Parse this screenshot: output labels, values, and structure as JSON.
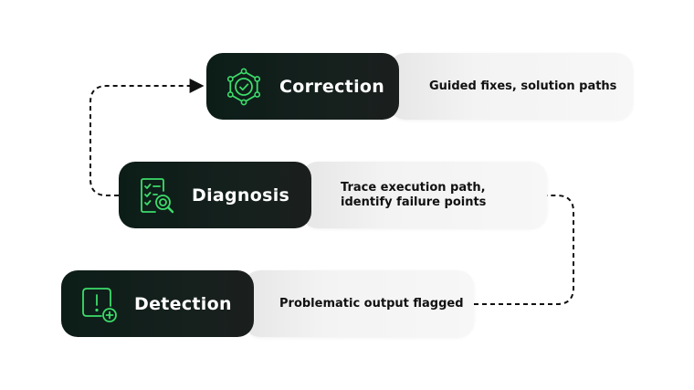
{
  "colors": {
    "pill_bg": "#0c1d18",
    "icon_green": "#3ddc6a",
    "card_bg": "#f3f3f3",
    "connector": "#111111"
  },
  "steps": [
    {
      "id": "correction",
      "label": "Correction",
      "description": "Guided fixes, solution paths",
      "icon": "network-check-icon"
    },
    {
      "id": "diagnosis",
      "label": "Diagnosis",
      "description": "Trace execution path, identify failure points",
      "icon": "checklist-magnifier-icon"
    },
    {
      "id": "detection",
      "label": "Detection",
      "description": "Problematic output flagged",
      "icon": "alert-plus-icon"
    }
  ]
}
